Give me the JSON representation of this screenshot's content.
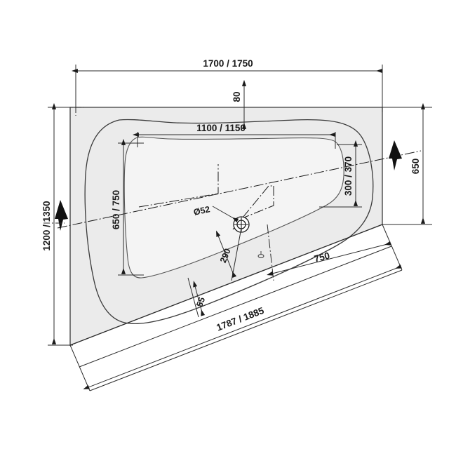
{
  "drawing": {
    "title": "Asymmetric corner bathtub — plan view technical drawing",
    "type": "technical-dimension-drawing",
    "units": "mm",
    "background_color": "#ffffff",
    "line_color": "#2b2b2b",
    "rim_fill_color": "#ebebeb",
    "basin_fill_color": "#f4f4f4"
  },
  "dimensions": {
    "overall_width": "1700 / 1750",
    "overall_height": "1200 / 1350",
    "inner_width": "1100 / 1150",
    "inner_height": "650 / 750",
    "top_offset": "80",
    "right_inner_height": "300 / 370",
    "right_overall_height": "650",
    "drain_diameter": "Ø52",
    "drain_offset_diagonal": "290",
    "rim_thickness": "55",
    "diagonal_length": "1787 / 1885",
    "diagonal_segment": "750"
  },
  "labels": [
    {
      "id": "overall-width",
      "text": "1700 / 1750",
      "orientation": "horizontal"
    },
    {
      "id": "top-offset",
      "text": "80",
      "orientation": "vertical"
    },
    {
      "id": "inner-width",
      "text": "1100 / 1150",
      "orientation": "horizontal"
    },
    {
      "id": "overall-height",
      "text": "1200 / 1350",
      "orientation": "vertical"
    },
    {
      "id": "inner-height",
      "text": "650 / 750",
      "orientation": "vertical"
    },
    {
      "id": "right-inner-height",
      "text": "300 / 370",
      "orientation": "vertical"
    },
    {
      "id": "right-overall-height",
      "text": "650",
      "orientation": "vertical"
    },
    {
      "id": "drain-diameter",
      "text": "Ø52",
      "orientation": "leader"
    },
    {
      "id": "drain-offset",
      "text": "290",
      "orientation": "diagonal"
    },
    {
      "id": "rim-thickness",
      "text": "55",
      "orientation": "diagonal"
    },
    {
      "id": "diagonal-length",
      "text": "1787 / 1885",
      "orientation": "diagonal"
    },
    {
      "id": "diagonal-segment",
      "text": "750",
      "orientation": "diagonal"
    }
  ]
}
